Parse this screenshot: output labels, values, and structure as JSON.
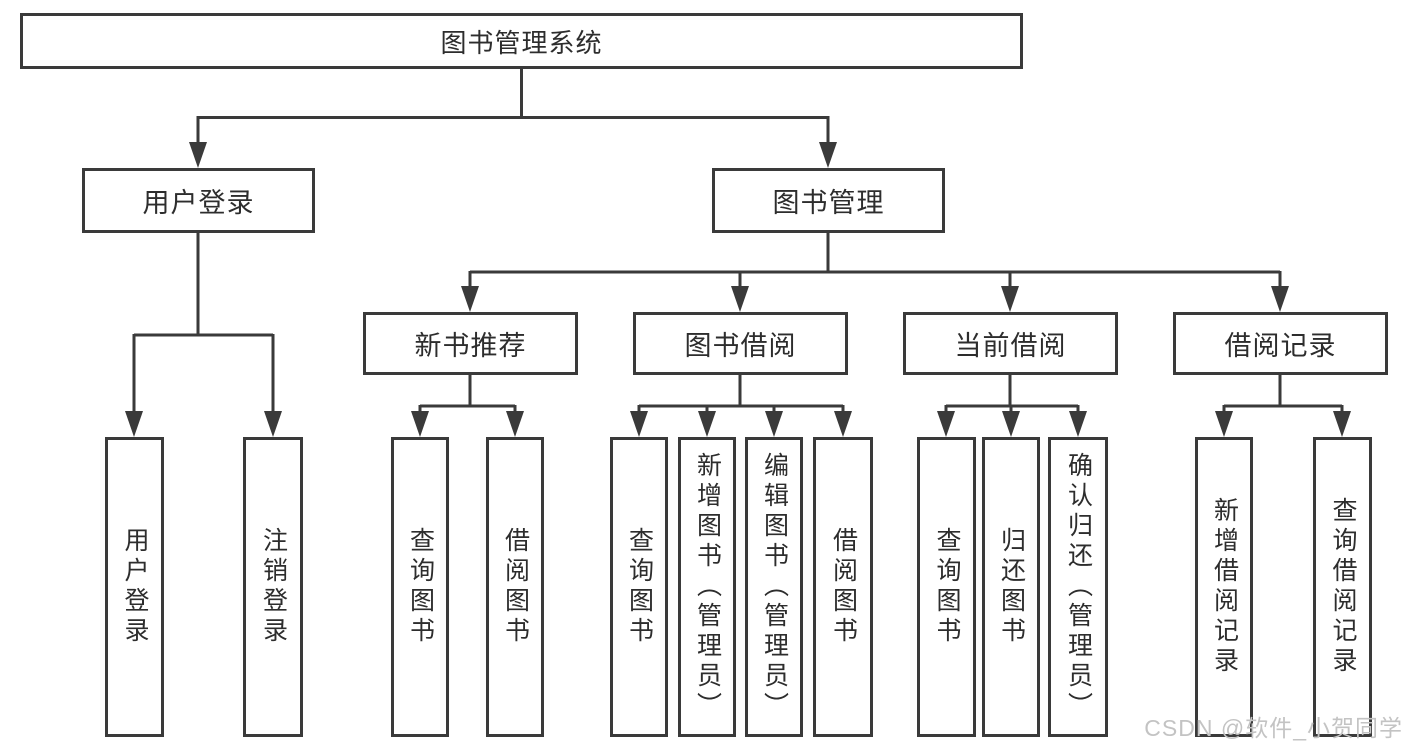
{
  "diagram": {
    "root": {
      "label": "图书管理系统"
    },
    "level2": [
      {
        "label": "用户登录"
      },
      {
        "label": "图书管理"
      }
    ],
    "level3": [
      {
        "label": "新书推荐"
      },
      {
        "label": "图书借阅"
      },
      {
        "label": "当前借阅"
      },
      {
        "label": "借阅记录"
      }
    ],
    "leaves": {
      "user_login": [
        "用户登录",
        "注销登录"
      ],
      "new_book": [
        "查询图书",
        "借阅图书"
      ],
      "book_borrow": [
        "查询图书",
        "新增图书（管理员）",
        "编辑图书（管理员）",
        "借阅图书"
      ],
      "current_borrow": [
        "查询图书",
        "归还图书",
        "确认归还（管理员）"
      ],
      "borrow_records": [
        "新增借阅记录",
        "查询借阅记录"
      ]
    }
  },
  "watermark": {
    "text": "CSDN @软件_小贺同学"
  },
  "colors": {
    "line": "#3a3a3a",
    "text": "#2d2d2d",
    "watermark": "#c3c3c3",
    "background": "#ffffff"
  }
}
